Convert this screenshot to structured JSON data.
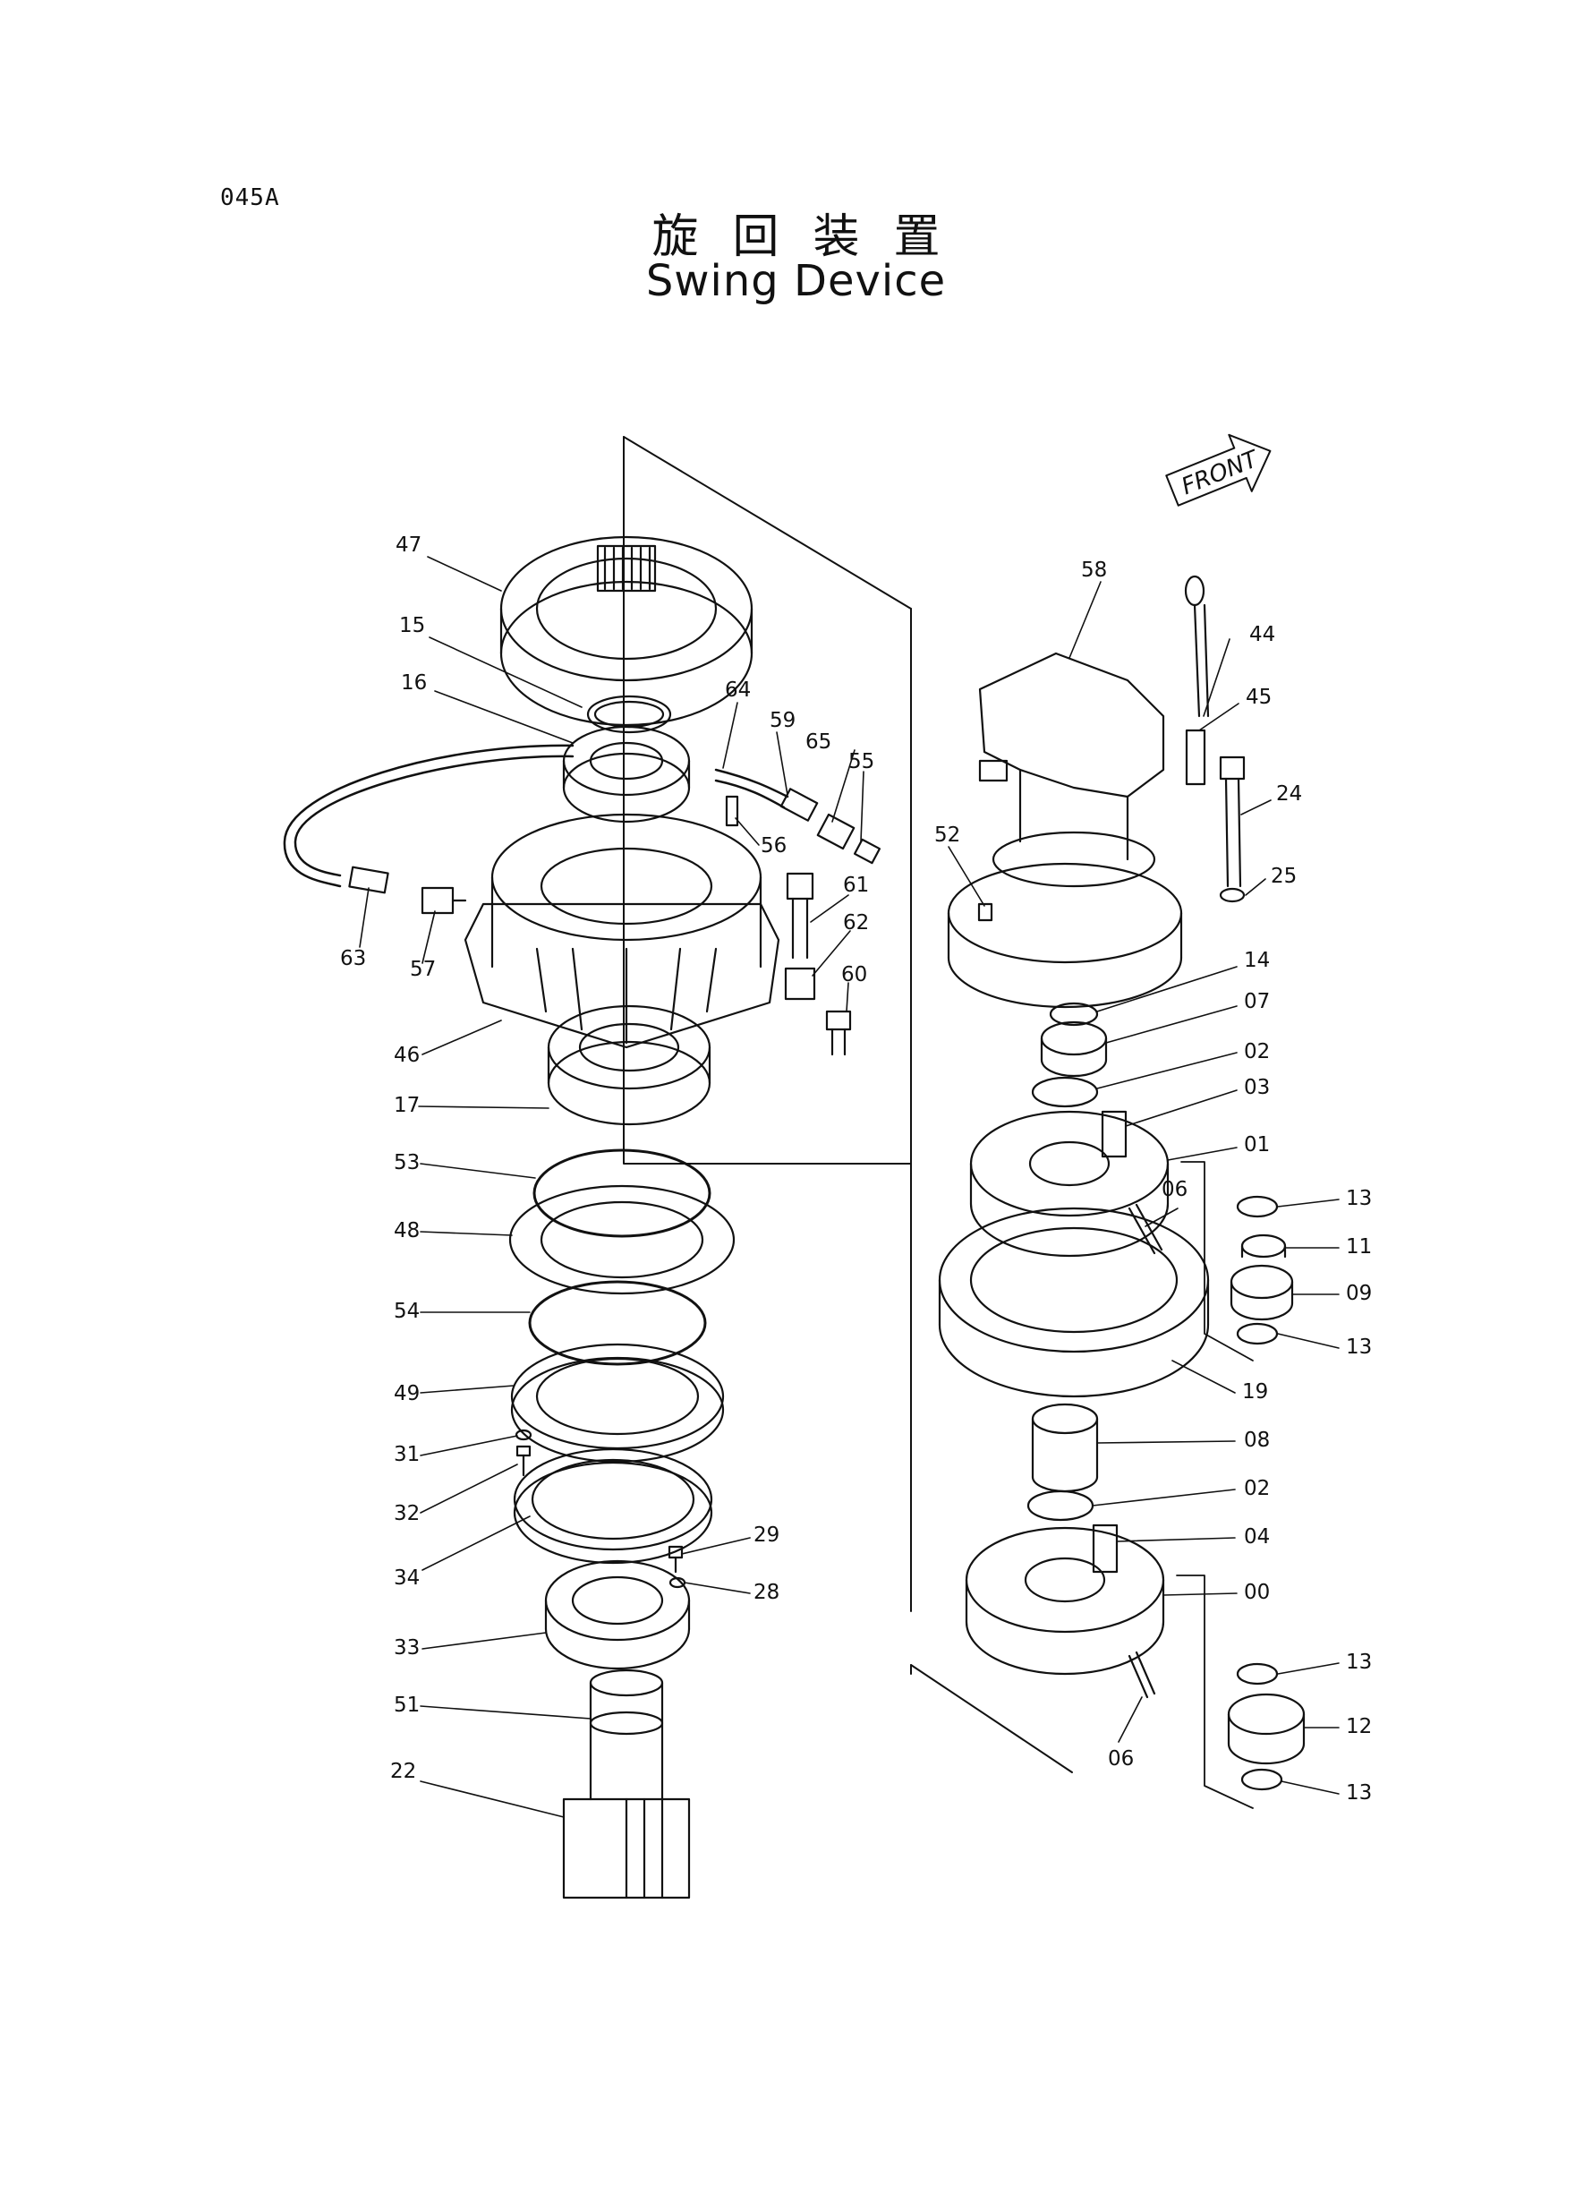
{
  "page_code": "045A",
  "title_jp": "旋回装置",
  "title_en": "Swing Device",
  "front_label": "FRONT",
  "callouts": {
    "p47": "47",
    "p15": "15",
    "p16": "16",
    "p64": "64",
    "p59": "59",
    "p65": "65",
    "p55": "55",
    "p56": "56",
    "p61": "61",
    "p62": "62",
    "p60": "60",
    "p63": "63",
    "p57": "57",
    "p46": "46",
    "p17": "17",
    "p53": "53",
    "p48": "48",
    "p54": "54",
    "p49": "49",
    "p31": "31",
    "p32": "32",
    "p34": "34",
    "p29": "29",
    "p28": "28",
    "p33": "33",
    "p51": "51",
    "p22": "22",
    "p58": "58",
    "p44": "44",
    "p45": "45",
    "p24": "24",
    "p25": "25",
    "p52": "52",
    "p14": "14",
    "p07": "07",
    "p02a": "02",
    "p03": "03",
    "p01": "01",
    "p06a": "06",
    "p13a": "13",
    "p11": "11",
    "p09": "09",
    "p13b": "13",
    "p19": "19",
    "p08": "08",
    "p02b": "02",
    "p04": "04",
    "p00": "00",
    "p13c": "13",
    "p12": "12",
    "p13d": "13",
    "p06b": "06"
  }
}
